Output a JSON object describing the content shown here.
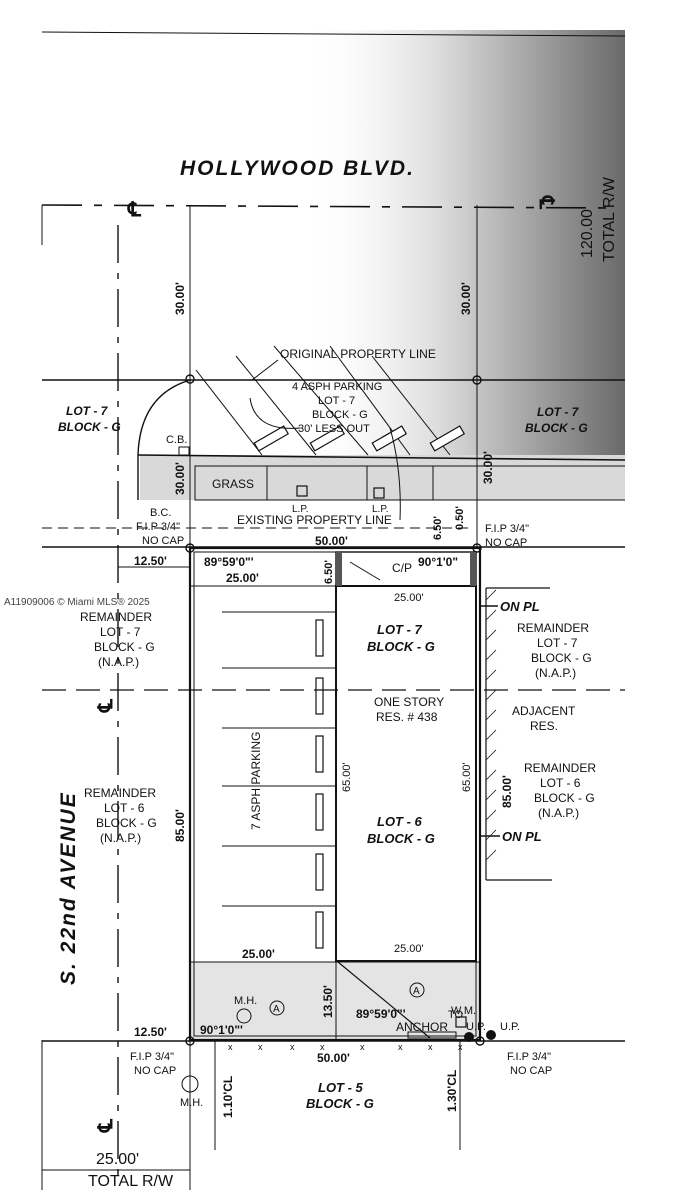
{
  "streets": {
    "top": "HOLLYWOOD BLVD.",
    "top_row": "120.00'",
    "top_row_sub": "TOTAL R/W",
    "left": "S. 22nd AVENUE",
    "left_row": "25.00'",
    "left_row_sub": "TOTAL R/W",
    "centerline_symbol": "℄"
  },
  "dims": {
    "left_30_top": "30.00'",
    "right_30_top": "30.00'",
    "left_30_mid": "30.00'",
    "right_30_mid": "30.00'",
    "d650_top": "6.50'",
    "d050": "0.50'",
    "d1250_top": "12.50'",
    "d5000_top": "50.00'",
    "ang_top_left": "89°59'0\"'",
    "ang_top_right": "90°1'0\"",
    "d2500_a": "25.00'",
    "d650_left": "6.50'",
    "d2500_b": "25.00'",
    "d6500_left": "65.00'",
    "d6500_right": "65.00'",
    "d8500_left": "85.00'",
    "d8500_right": "85.00'",
    "d2500_c": "25.00'",
    "d2500_d": "25.00'",
    "d1350": "13.50'",
    "ang_bottom_left": "90°1'0\"'",
    "ang_bottom_right": "89°59'0\"'",
    "to_anchor": "TO",
    "d1250_bottom": "12.50'",
    "d5000_bottom": "50.00'",
    "d110": "1.10'CL",
    "d130": "1.30'CL"
  },
  "labels": {
    "original_property_line": "ORIGINAL PROPERTY LINE",
    "parking_top_1": "4 ASPH PARKING",
    "parking_top_2": "LOT - 7",
    "parking_top_3": "BLOCK - G",
    "parking_top_4": "30' LESS OUT",
    "lot7_left_1": "LOT - 7",
    "lot7_left_2": "BLOCK - G",
    "lot7_right_1": "LOT - 7",
    "lot7_right_2": "BLOCK - G",
    "cb": "C.B.",
    "grass": "GRASS",
    "lp1": "L.P.",
    "lp2": "L.P.",
    "bc": "B.C.",
    "fip_tl_1": "F.I.P 3/4\"",
    "fip_tl_2": "NO CAP",
    "existing_property_line": "EXISTING PROPERTY LINE",
    "fip_tr_1": "F.I.P 3/4\"",
    "fip_tr_2": "NO CAP",
    "cp": "C/P",
    "watermark": "A11909006 © Miami MLS® 2025",
    "on_pl_1": "ON PL",
    "on_pl_2": "ON PL",
    "rem7_left_1": "REMAINDER",
    "rem7_left_2": "LOT - 7",
    "rem7_left_3": "BLOCK - G",
    "rem7_left_4": "(N.A.P.)",
    "rem7_right_1": "REMAINDER",
    "rem7_right_2": "LOT - 7",
    "rem7_right_3": "BLOCK - G",
    "rem7_right_4": "(N.A.P.)",
    "lot7_center_1": "LOT - 7",
    "lot7_center_2": "BLOCK - G",
    "one_story_1": "ONE STORY",
    "one_story_2": "RES. # 438",
    "adjacent_1": "ADJACENT",
    "adjacent_2": "RES.",
    "rem6_left_1": "REMAINDER",
    "rem6_left_2": "LOT - 6",
    "rem6_left_3": "BLOCK - G",
    "rem6_left_4": "(N.A.P.)",
    "rem6_right_1": "REMAINDER",
    "rem6_right_2": "LOT - 6",
    "rem6_right_3": "BLOCK - G",
    "rem6_right_4": "(N.A.P.)",
    "parking_side": "7 ASPH PARKING",
    "lot6_center_1": "LOT - 6",
    "lot6_center_2": "BLOCK - G",
    "mh_1": "M.H.",
    "mh_2": "M.H.",
    "marker_a": "A",
    "anchor": "ANCHOR",
    "wm": "W.M.",
    "up1": "U.P.",
    "up2": "U.P.",
    "fip_bl_1": "F.I.P 3/4\"",
    "fip_bl_2": "NO CAP",
    "fip_br_1": "F.I.P 3/4\"",
    "fip_br_2": "NO CAP",
    "lot5_1": "LOT - 5",
    "lot5_2": "BLOCK - G"
  }
}
